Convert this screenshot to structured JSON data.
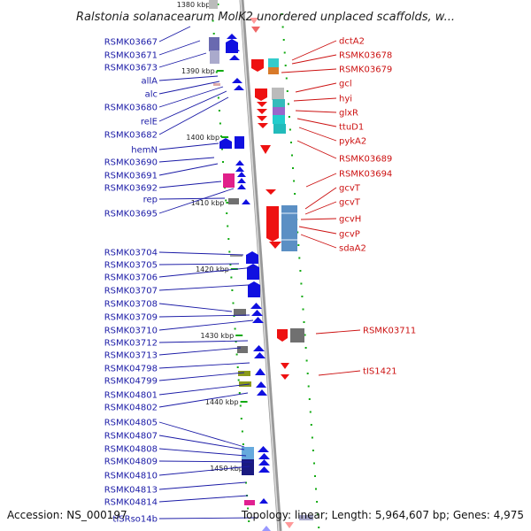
{
  "title": "Ralstonia solanacearum MolK2 unordered unplaced scaffolds, w...",
  "footer": {
    "accession": "Accession: NS_000197",
    "summary": "Topology: linear; Length: 5,964,607 bp; Genes: 4,975"
  },
  "colors": {
    "forward": "#1010e0",
    "reverse": "#ee1111",
    "backbone": "#999999",
    "left_label": "#1a1aa6",
    "right_label": "#cc1111",
    "tick": "#11aa11"
  },
  "kbp_markers": [
    "1380 kbp",
    "1390 kbp",
    "1400 kbp",
    "1410 kbp",
    "1420 kbp",
    "1430 kbp",
    "1440 kbp",
    "1450 kbp"
  ],
  "left_genes": [
    "RSMK03667",
    "RSMK03671",
    "RSMK03673",
    "allA",
    "alc",
    "RSMK03680",
    "relE",
    "RSMK03682",
    "hemN",
    "RSMK03690",
    "RSMK03691",
    "RSMK03692",
    "rep",
    "RSMK03695",
    "RSMK03704",
    "RSMK03705",
    "RSMK03706",
    "RSMK03707",
    "RSMK03708",
    "RSMK03709",
    "RSMK03710",
    "RSMK03712",
    "RSMK03713",
    "RSMK04798",
    "RSMK04799",
    "RSMK04801",
    "RSMK04802",
    "RSMK04805",
    "RSMK04807",
    "RSMK04808",
    "RSMK04809",
    "RSMK04810",
    "RSMK04813",
    "RSMK04814",
    "tISRso14b"
  ],
  "right_genes": [
    "dctA2",
    "RSMK03678",
    "RSMK03679",
    "gcl",
    "hyi",
    "glxR",
    "ttuD1",
    "pykA2",
    "RSMK03689",
    "RSMK03694",
    "gcvT",
    "gcvT",
    "gcvH",
    "gcvP",
    "sdaA2",
    "RSMK03711",
    "tIS1421"
  ]
}
